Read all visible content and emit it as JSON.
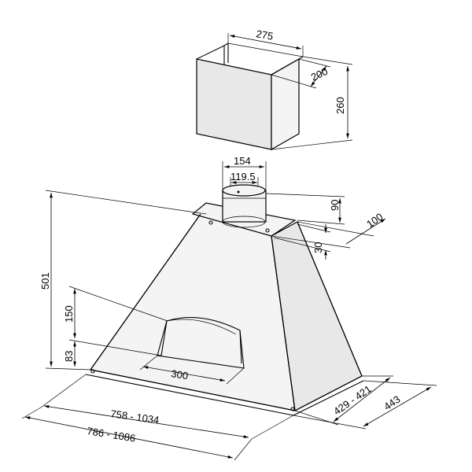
{
  "dimensions": {
    "chimney_width": "275",
    "chimney_depth": "200",
    "chimney_height": "260",
    "outlet_outer": "154",
    "outlet_inner": "119.5",
    "outlet_height": "90",
    "outlet_offset": "100",
    "collar_height": "30",
    "total_height": "501",
    "opening_height": "150",
    "opening_bottom": "83",
    "opening_width": "300",
    "inner_width_range": "758  -  1034",
    "outer_width_range": "786  -  1086",
    "inner_depth_range": "429  -  421",
    "outer_depth": "443"
  }
}
